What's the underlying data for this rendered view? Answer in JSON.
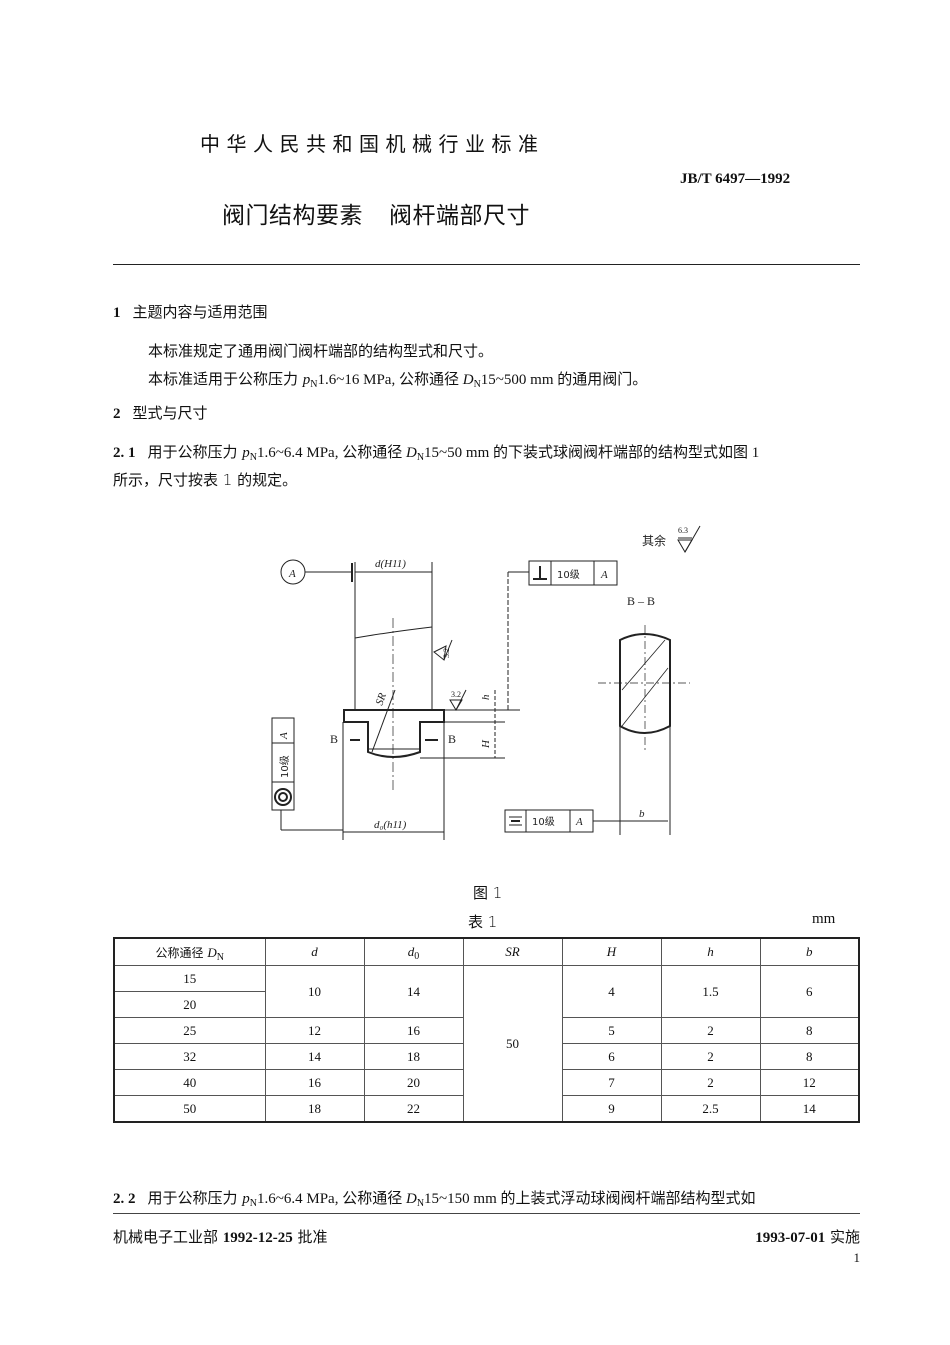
{
  "header": {
    "org_title": "中华人民共和国机械行业标准",
    "standard_number": "JB/T 6497—1992",
    "doc_title_part1": "阀门结构要素",
    "doc_title_part2": "阀杆端部尺寸"
  },
  "sections": {
    "s1": {
      "number": "1",
      "heading": "主题内容与适用范围",
      "para1": "本标准规定了通用阀门阀杆端部的结构型式和尺寸。",
      "para2_a": "本标准适用于公称压力 ",
      "para2_p": "p",
      "para2_psub": "N",
      "para2_b": "1.6~16 MPa,  公称通径 ",
      "para2_d": "D",
      "para2_dsub": "N",
      "para2_c": "15~500 mm 的通用阀门。"
    },
    "s2": {
      "number": "2",
      "heading": "型式与尺寸"
    },
    "s2_1": {
      "number": "2. 1",
      "text_a": "用于公称压力 ",
      "p": "p",
      "psub": "N",
      "text_b": "1.6~6.4  MPa,  公称通径 ",
      "d": "D",
      "dsub": "N",
      "text_c": "15~50  mm 的下装式球阀阀杆端部的结构型式如图 1",
      "text_d": "所示，尺寸按表 1 的规定。"
    },
    "s2_2": {
      "number": "2. 2",
      "text_a": "用于公称压力 ",
      "p": "p",
      "psub": "N",
      "text_b": "1.6~6.4  MPa,  公称通径 ",
      "d": "D",
      "dsub": "N",
      "text_c": "15~150  mm 的上装式浮动球阀阀杆端部结构型式如"
    }
  },
  "figure": {
    "caption": "图 1",
    "labels": {
      "datum": "A",
      "d_dim": "d(H11)",
      "d0_dim": "d₀(h11)",
      "sr": "SR",
      "rough_32": "3.2",
      "rough_other": "其余",
      "rough_63": "6.3",
      "h": "h",
      "H": "H",
      "b": "b",
      "section_mark": "B",
      "section_view": "B – B",
      "tol_grade": "10级",
      "tol_datum": "A"
    }
  },
  "table1": {
    "caption": "表 1",
    "unit": "mm",
    "headers": [
      "公称通径 ",
      "d",
      "d0",
      "SR",
      "H",
      "h",
      "b"
    ],
    "header_dn_sub": "N",
    "header_dn_sym": "D",
    "rows": [
      {
        "dn": "15",
        "d": "10",
        "d0": "14",
        "sr": "50",
        "H": "4",
        "h": "1.5",
        "b": "6"
      },
      {
        "dn": "20"
      },
      {
        "dn": "25",
        "d": "12",
        "d0": "16",
        "H": "5",
        "h": "2",
        "b": "8"
      },
      {
        "dn": "32",
        "d": "14",
        "d0": "18",
        "H": "6",
        "h": "2",
        "b": "8"
      },
      {
        "dn": "40",
        "d": "16",
        "d0": "20",
        "H": "7",
        "h": "2",
        "b": "12"
      },
      {
        "dn": "50",
        "d": "18",
        "d0": "22",
        "H": "9",
        "h": "2.5",
        "b": "14"
      }
    ]
  },
  "footer": {
    "issuer": "机械电子工业部 ",
    "approve_date": "1992-12-25",
    "approve_label": " 批准",
    "effective_date": "1993-07-01",
    "effective_label": " 实施",
    "page_number": "1"
  }
}
